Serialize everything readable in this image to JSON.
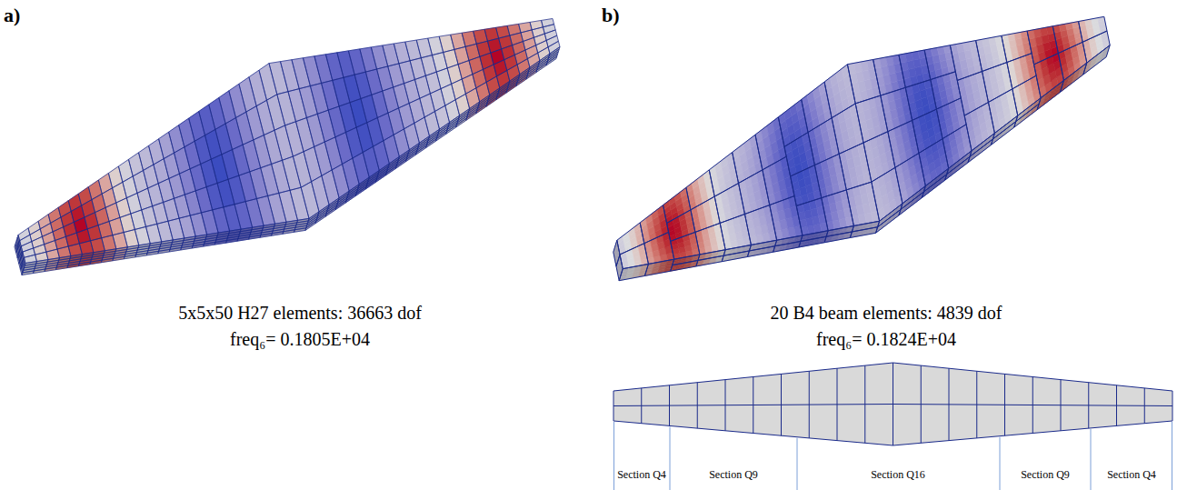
{
  "diagram": {
    "labels": [
      "a)",
      "b)",
      "5x5x50 H27 elements: 36663 dof",
      "freq₆= 0.1805E+04",
      "20 B4 beam elements: 4839 dof",
      "freq₆= 0.1824E+04",
      "Section Q4",
      "Section Q9",
      "Section Q16",
      "Section Q9",
      "Section Q4"
    ]
  }
}
